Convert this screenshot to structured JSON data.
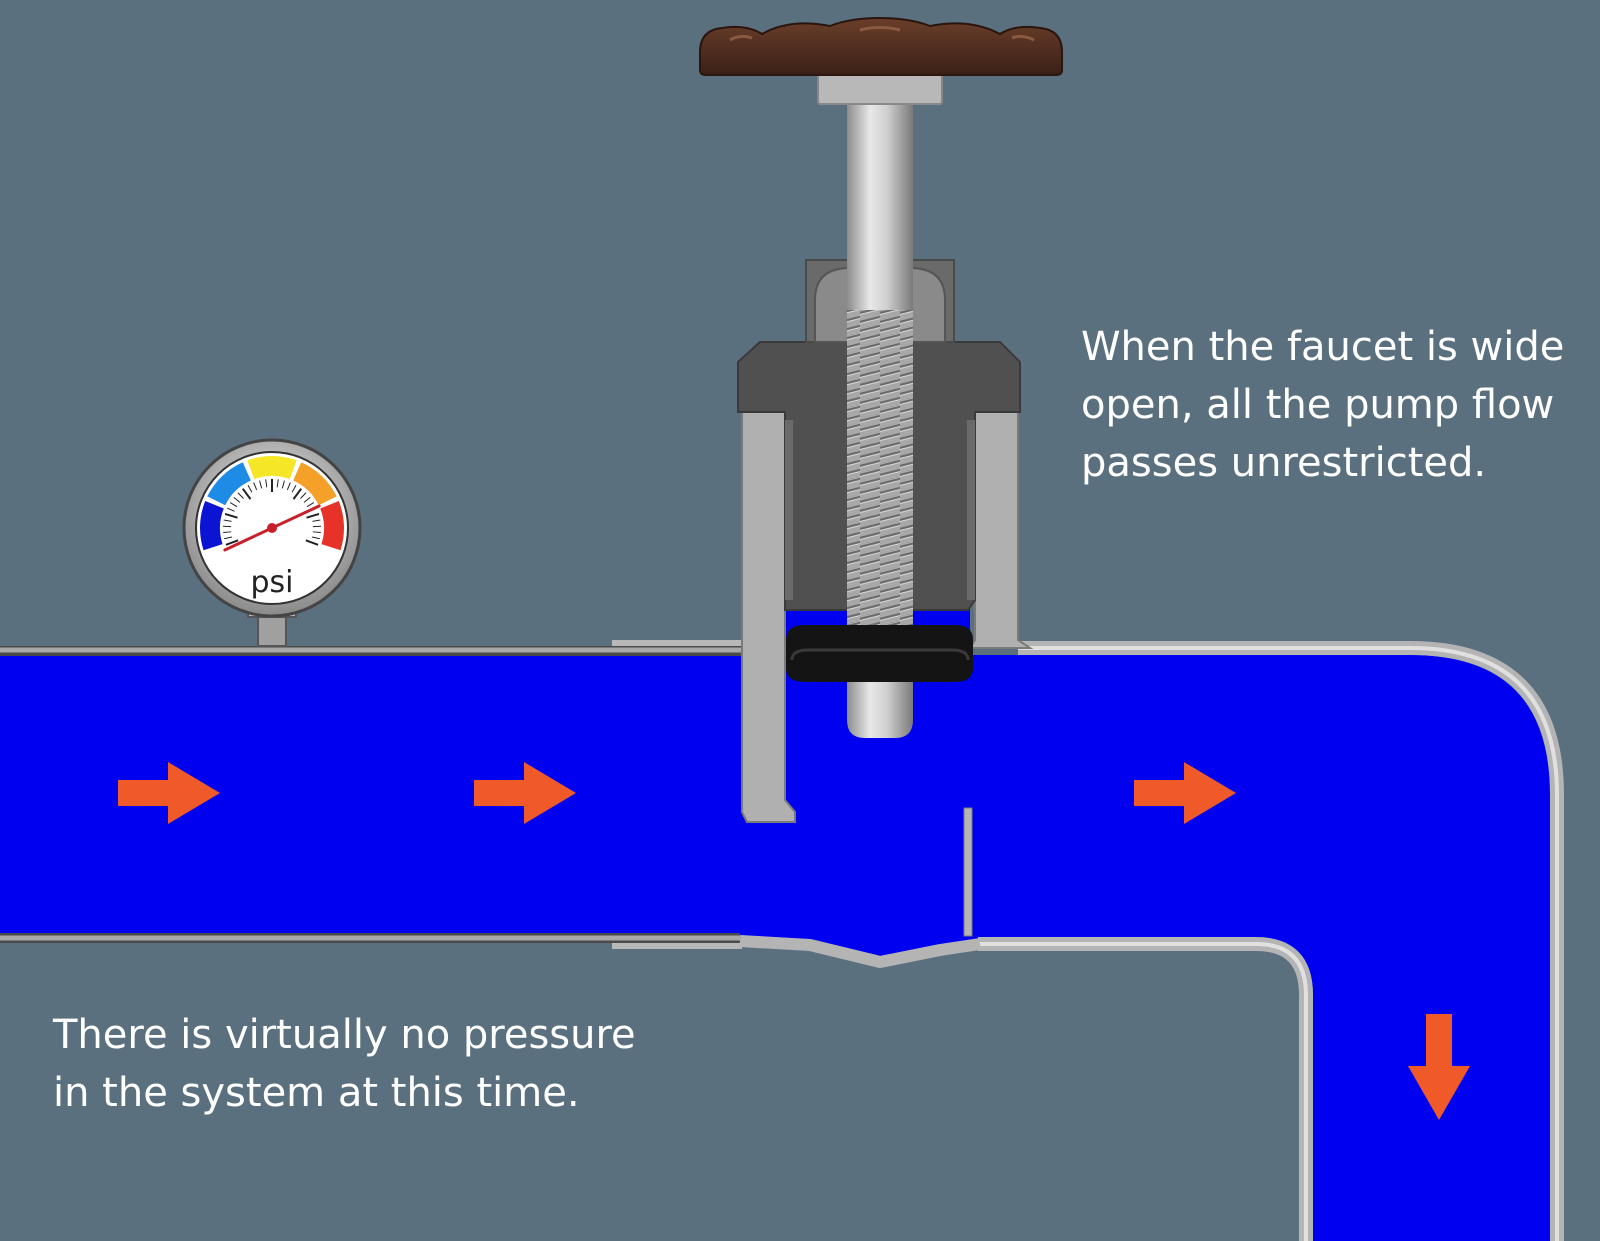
{
  "captions": {
    "faucet_open": "When the faucet is wide open, all the pump flow passes unrestricted.",
    "no_pressure": "There is virtually no pressure in the system at this time."
  },
  "gauge": {
    "unit": "psi",
    "reading_fraction": 0.03
  },
  "colors": {
    "background": "#5a707e",
    "water": "#0000f0",
    "pipe_wall": "#b4b4b4",
    "flow_arrow": "#f05a28",
    "valve_handle": "#4a2a1c",
    "valve_bonnet": "#505050",
    "washer": "#1a1a1a"
  },
  "icons": {
    "flow_arrows": [
      "arrow-right-icon",
      "arrow-right-icon",
      "arrow-right-icon",
      "arrow-down-icon"
    ],
    "gauge": "pressure-gauge-icon",
    "valve": "faucet-valve-icon"
  }
}
